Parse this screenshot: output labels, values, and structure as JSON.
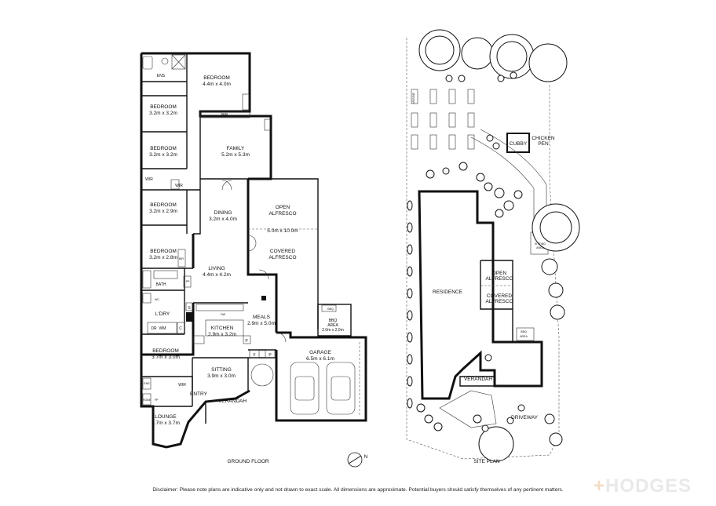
{
  "ground_floor": {
    "title": "GROUND FLOOR",
    "rooms": {
      "ens": "ENS",
      "bedroom_main": {
        "name": "BEDROOM",
        "size": "4.4m x 4.0m"
      },
      "bir": "BIR",
      "bedroom_2": {
        "name": "BEDROOM",
        "size": "3.2m x 3.2m"
      },
      "bedroom_3": {
        "name": "BEDROOM",
        "size": "3.2m x 3.2m"
      },
      "family": {
        "name": "FAMILY",
        "size": "5.2m x 5.3m"
      },
      "wir_left": "WIR",
      "wir_right": "WIR",
      "bedroom_4": {
        "name": "BEDROOM",
        "size": "3.2m x 2.9m"
      },
      "dining": {
        "name": "DINING",
        "size": "3.2m x 4.0m"
      },
      "open_alfresco": {
        "name": "OPEN",
        "name2": "ALFRESCO"
      },
      "alfresco_dim": "5.0m x 10.0m",
      "covered_alfresco": {
        "name": "COVERED",
        "name2": "ALFRESCO"
      },
      "bedroom_5": {
        "name": "BEDROOM",
        "size": "3.2m x 2.8m"
      },
      "bir_small": "BIR",
      "living": {
        "name": "LIVING",
        "size": "4.4m x 4.2m"
      },
      "bath": "BATH",
      "pp": "PP",
      "wc": "WC",
      "s": "S",
      "ldry": "L'DRY",
      "dw": "DW",
      "meals": {
        "name": "MEALS",
        "size": "2.9m x 5.0m"
      },
      "kitchen": {
        "name": "KITCHEN",
        "size": "2.9m x 3.2m"
      },
      "dr": "DR",
      "wm": "WM",
      "c": "C",
      "p_kitchen": "P",
      "bbq": "BBQ",
      "bbq_area": {
        "name": "BBQ",
        "name2": "AREA",
        "size": "2.0m x 2.0m"
      },
      "bedroom_6": {
        "name": "BEDROOM",
        "size": "3.7m x 3.0m"
      },
      "f": "F",
      "p_garage": "P",
      "garage": {
        "name": "GARAGE",
        "size": "6.5m x 6.1m"
      },
      "sitting": {
        "name": "SITTING",
        "size": "3.9m x 3.0m"
      },
      "ens2": "ENS",
      "wir_bottom": "WIR",
      "entry": "ENTRY",
      "verandah": "VERANDAH",
      "lounge": {
        "name": "LOUNGE",
        "size": "3.7m x 3.7m"
      },
      "robe": "ROBE",
      "fp": "FP"
    }
  },
  "site_plan": {
    "title": "SITE PLAN",
    "labels": {
      "residence": "RESIDENCE",
      "open_alfresco": {
        "name": "OPEN",
        "name2": "ALFRESCO"
      },
      "covered_alfresco": {
        "name": "COVERED",
        "name2": "ALFRESCO"
      },
      "verandah": "VERANDAH",
      "driveway": "DRIVEWAY",
      "cubby": "CUBBY",
      "chicken_pen": {
        "name": "CHICKEN",
        "name2": "PEN"
      },
      "sitting_area": {
        "name": "SITTING",
        "name2": "AREA"
      },
      "bbq_area": {
        "name": "BBQ",
        "name2": "AREA"
      },
      "veggie": "VEGGIE"
    }
  },
  "compass": {
    "label": "N"
  },
  "disclaimer": "Disclaimer: Please note plans are indicative only and not drawn to exact scale. All dimensions are approximate. Potential buyers should satisfy themselves of any pertinent matters.",
  "brand": {
    "plus": "+",
    "name": "HODGES"
  }
}
